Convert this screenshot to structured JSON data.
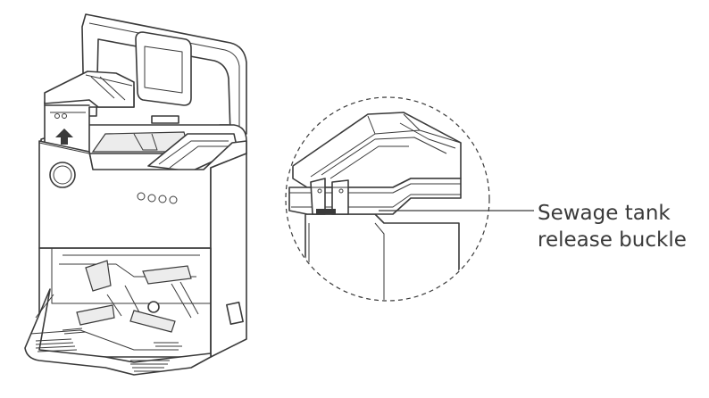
{
  "callout": {
    "line1": "Sewage tank",
    "line2": "release buckle"
  },
  "icons": {
    "station": "base-station-illustration",
    "arrow": "up-arrow-icon",
    "zoom": "magnified-detail-circle"
  },
  "colors": {
    "line": "#3a3a3a",
    "background": "#ffffff"
  }
}
